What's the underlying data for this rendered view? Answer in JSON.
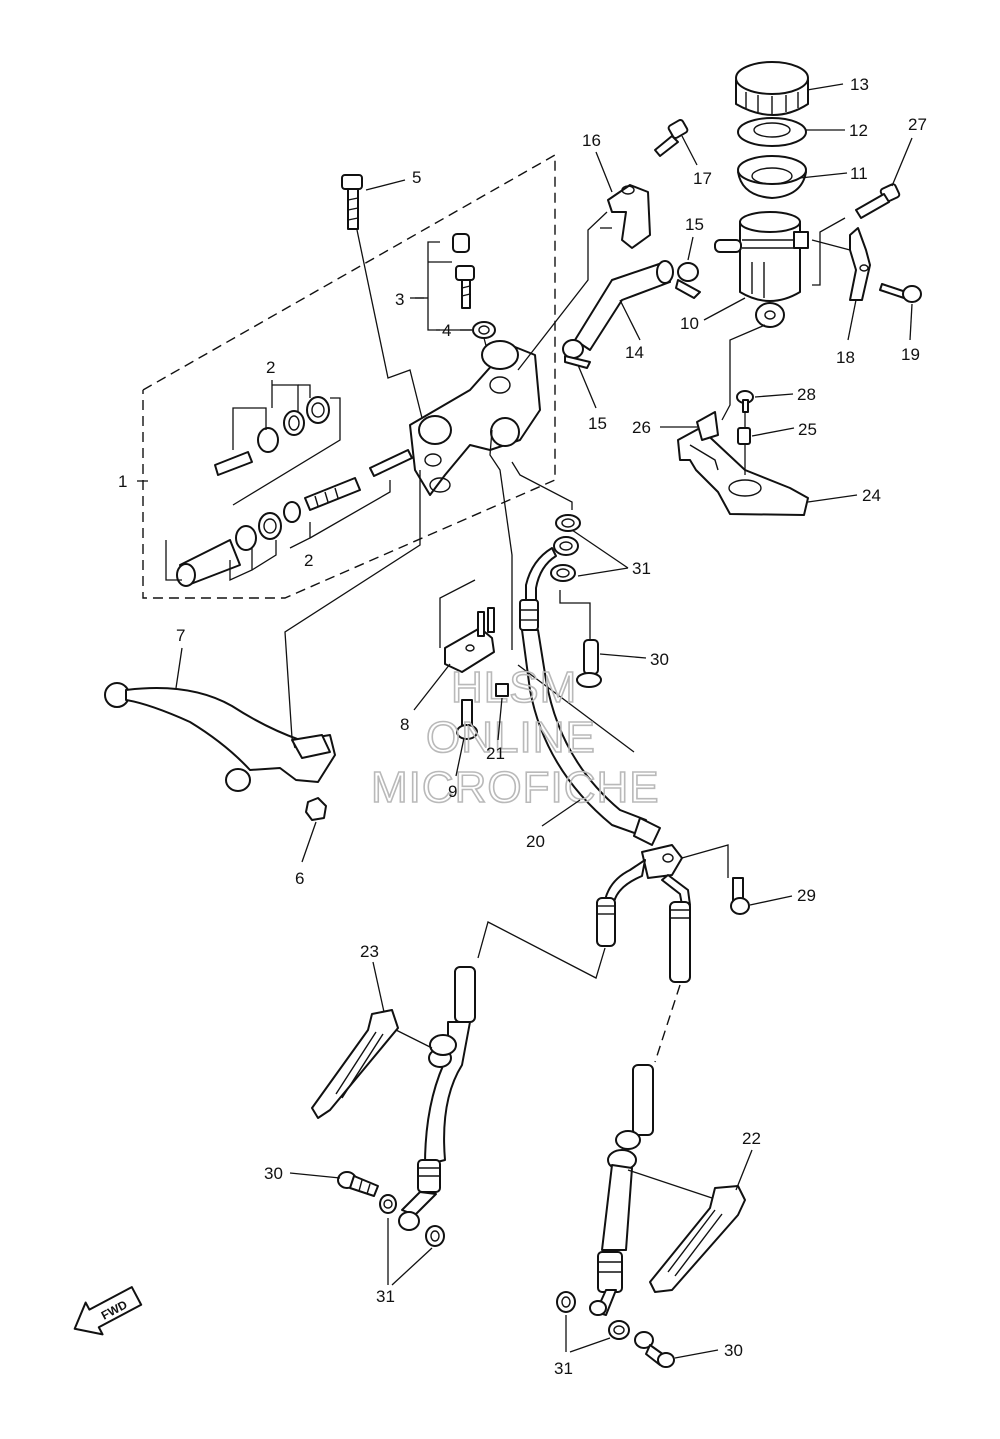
{
  "watermark": {
    "line1": "HLSM",
    "line2": "ONLINE",
    "line3": "MICROFICHE"
  },
  "fwd_label": "FWD",
  "callouts": [
    "1",
    "2",
    "2",
    "3",
    "4",
    "5",
    "6",
    "7",
    "8",
    "9",
    "10",
    "11",
    "12",
    "13",
    "14",
    "15",
    "15",
    "16",
    "17",
    "18",
    "19",
    "20",
    "21",
    "22",
    "23",
    "24",
    "25",
    "26",
    "27",
    "28",
    "29",
    "30",
    "30",
    "30",
    "31",
    "31",
    "31"
  ]
}
